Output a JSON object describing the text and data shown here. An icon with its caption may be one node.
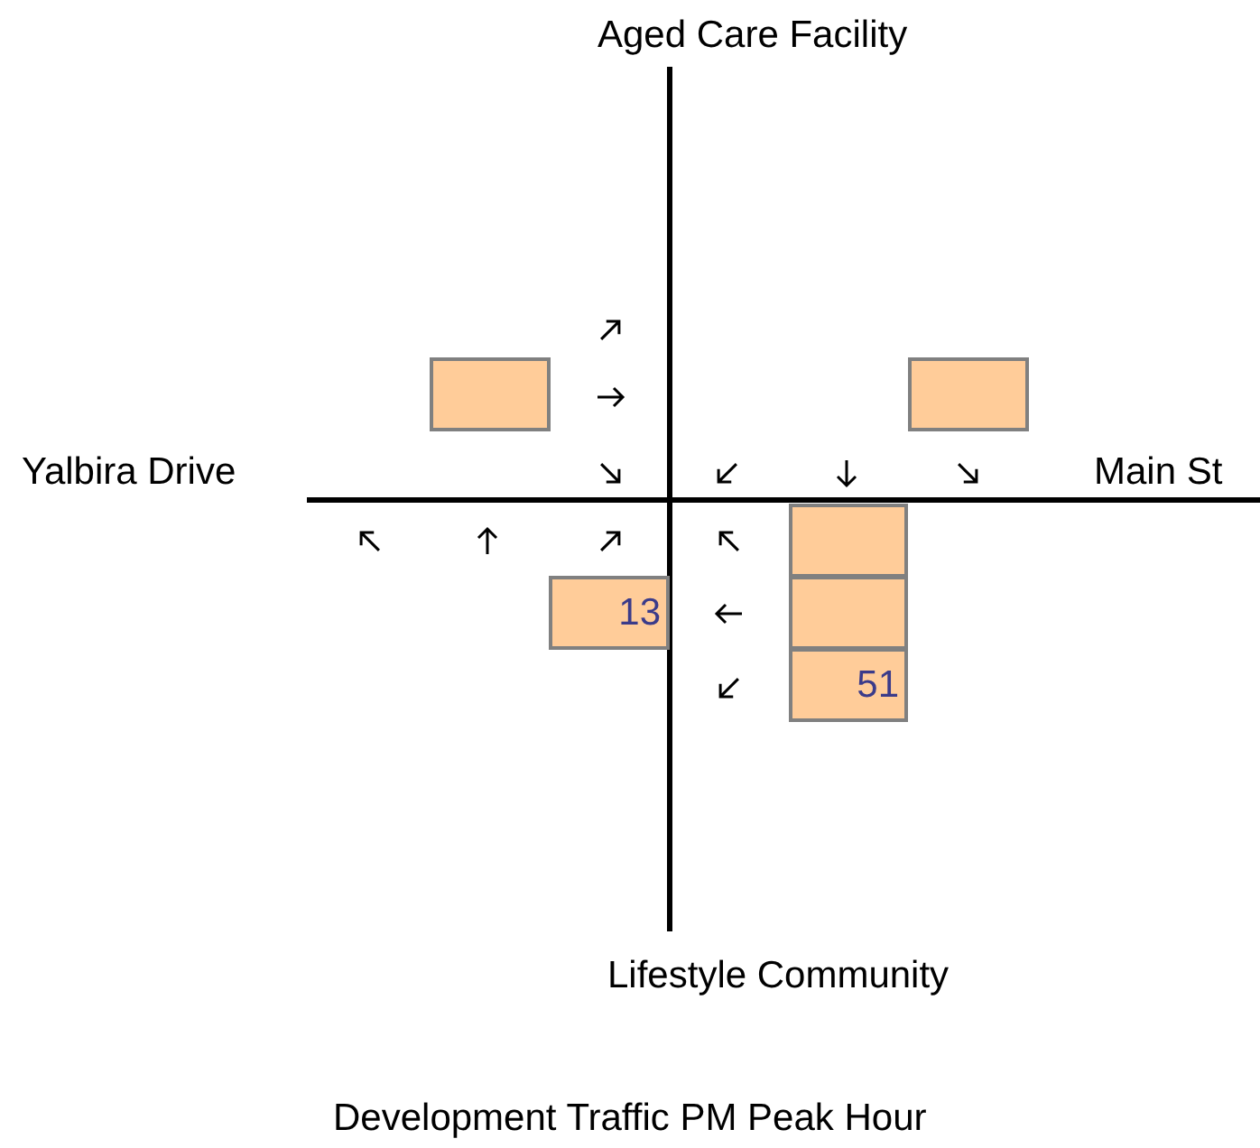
{
  "diagram": {
    "caption": "Development Traffic PM Peak Hour",
    "labels": [
      "Aged Care Facility",
      "Yalbira Drive",
      "Main St",
      "13",
      "51",
      "Lifestyle Community"
    ]
  }
}
